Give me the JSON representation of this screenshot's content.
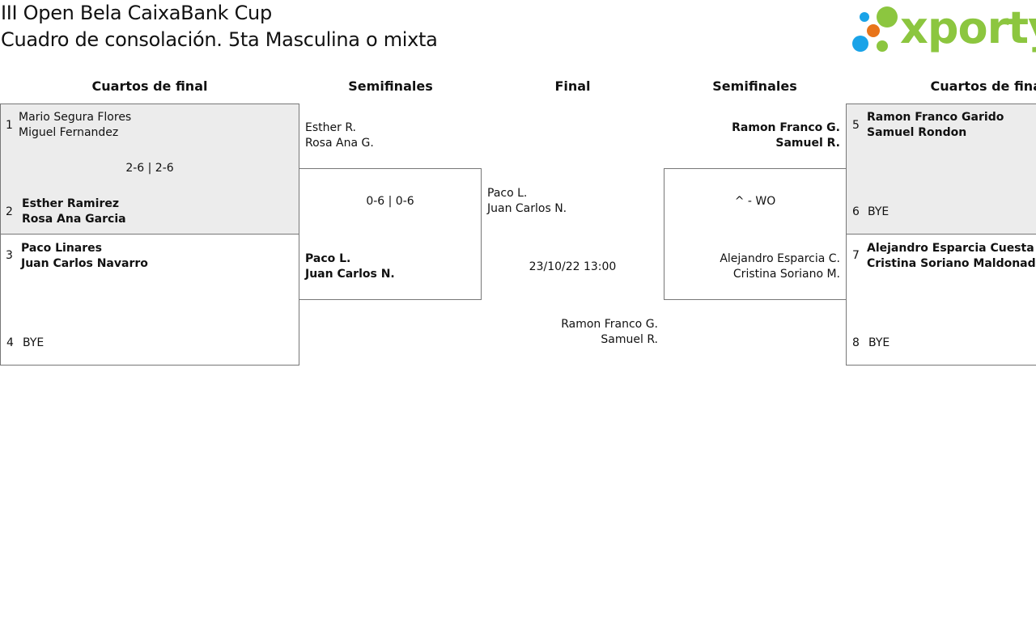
{
  "header": {
    "title_line1": "III Open Bela CaixaBank Cup",
    "title_line2": "Cuadro de consolación. 5ta Masculina o mixta"
  },
  "logo": {
    "text": "xporty",
    "colors": [
      "#1aa3e8",
      "#e8741a",
      "#8cc63f"
    ]
  },
  "rounds": {
    "left_qf": "Cuartos de final",
    "left_sf": "Semifinales",
    "final": "Final",
    "right_sf": "Semifinales",
    "right_qf": "Cuartos de final"
  },
  "left_qf": {
    "match1": {
      "seed1": "1",
      "team1": [
        "Mario Segura Flores",
        "Miguel Fernandez"
      ],
      "score": "2-6 | 2-6",
      "seed2": "2",
      "team2": [
        "Esther Ramirez",
        "Rosa Ana Garcia"
      ]
    },
    "match2": {
      "seed1": "3",
      "team1": [
        "Paco Linares",
        "Juan Carlos Navarro"
      ],
      "seed2": "4",
      "team2": [
        "BYE"
      ]
    }
  },
  "left_sf": {
    "team1": [
      "Esther R.",
      "Rosa Ana G."
    ],
    "score": "0-6 | 0-6",
    "team2": [
      "Paco L.",
      "Juan Carlos N."
    ]
  },
  "final": {
    "team1": [
      "Paco L.",
      "Juan Carlos N."
    ],
    "datetime": "23/10/22 13:00",
    "team2": [
      "Ramon Franco G.",
      "Samuel R."
    ]
  },
  "right_sf": {
    "team1": [
      "Ramon Franco G.",
      "Samuel R."
    ],
    "score": "^ - WO",
    "team2": [
      "Alejandro Esparcia C.",
      "Cristina Soriano M."
    ]
  },
  "right_qf": {
    "match1": {
      "seed1": "5",
      "team1": [
        "Ramon Franco Garido",
        "Samuel Rondon"
      ],
      "seed2": "6",
      "team2": [
        "BYE"
      ]
    },
    "match2": {
      "seed1": "7",
      "team1": [
        "Alejandro Esparcia Cuesta",
        "Cristina Soriano Maldonado"
      ],
      "seed2": "8",
      "team2": [
        "BYE"
      ]
    }
  }
}
